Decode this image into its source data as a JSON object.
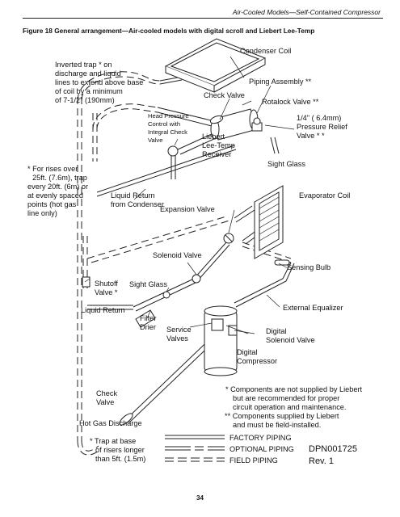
{
  "header": {
    "running_title": "Air-Cooled Models—Self-Contained Compressor",
    "figure_title": "Figure 18  General arrangement—Air-cooled models with digital scroll and Liebert Lee-Temp",
    "page_number": "34"
  },
  "labels": {
    "condenser_coil": "Condenser Coil",
    "inverted_trap": [
      "Inverted trap * on",
      "discharge and liquid",
      "lines to extend above base",
      "of coil by a minimum",
      "of 7-1/2\" (190mm)"
    ],
    "piping_assembly": "Piping Assembly **",
    "check_valve_top": "Check Valve",
    "rotalock": "Rotalock Valve **",
    "relief_valve": [
      "1/4\" ( 6.4mm)",
      "Pressure Relief",
      "Valve * *"
    ],
    "head_pressure": [
      "Head Pressure",
      "Control with",
      "Integral Check",
      "Valve"
    ],
    "receiver": [
      "Liebert",
      "Lee-Temp",
      "Receiver"
    ],
    "sight_glass_top": "Sight Glass",
    "rises_note": [
      "* For rises over",
      "25ft. (7.6m), trap",
      "every 20ft. (6m) or",
      "at evenly spaced",
      "points (hot gas",
      "line only)"
    ],
    "liquid_return_condenser": [
      "Liquid Return",
      "from Condenser"
    ],
    "expansion_valve": "Expansion Valve",
    "evaporator_coil": "Evaporator Coil",
    "solenoid_valve": "Solenoid Valve",
    "sensing_bulb": "Sensing Bulb",
    "shutoff_valve": [
      "Shutoff",
      "Valve *"
    ],
    "sight_glass_mid": "Sight Glass",
    "liquid_return": "Liquid Return",
    "filter_drier": [
      "Filter",
      "Drier"
    ],
    "service_valves": [
      "Service",
      "Valves"
    ],
    "external_equalizer": "External Equalizer",
    "digital_solenoid": [
      "Digital",
      "Solenoid Valve"
    ],
    "digital_compressor": [
      "Digital",
      "Compressor"
    ],
    "check_valve_bottom": [
      "Check",
      "Valve"
    ],
    "hot_gas_discharge": "Hot Gas Discharge",
    "trap_base": [
      "* Trap at base",
      "of risers longer",
      "than 5ft. (1.5m)"
    ]
  },
  "notes": [
    "* Components are not supplied by Liebert",
    "but are recommended for proper",
    "circuit operation and maintenance.",
    "** Components supplied by Liebert",
    "and must be field-installed."
  ],
  "legend": {
    "factory": "FACTORY PIPING",
    "optional": "OPTIONAL PIPING",
    "field": "FIELD PIPING"
  },
  "doc_id": "DPN001725",
  "revision": "Rev. 1"
}
